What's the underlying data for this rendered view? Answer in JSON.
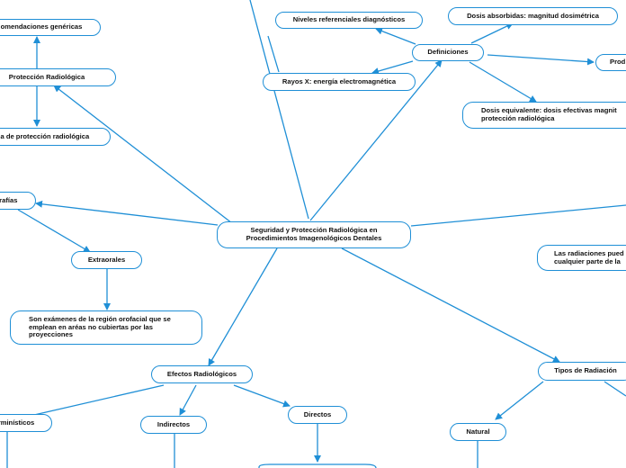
{
  "colors": {
    "line": "#1f8fd6",
    "border": "#1f8fd6",
    "text": "#111111",
    "background": "#ffffff"
  },
  "nodes": {
    "center": "Seguridad y Protección Radiológica en\nProcedimientos  Imagenológicos Dentales",
    "niveles": "Niveles referenciales diagnósticos",
    "dosis_absorbidas": "Dosis absorbidas: magnitud dosimétrica",
    "definiciones": "Definiciones",
    "prod": "Prod",
    "rayos_x": "Rayos X: energía electromagnética",
    "dosis_equivalente": "Dosis equivalente: dosis efectivas magnit\nprotección radiológica",
    "recomendaciones": "omendaciones genéricas",
    "proteccion": "Protección Radiológica",
    "programa": "ma de protección radiológica",
    "radiografias": "grafías",
    "extraorales": "Extraorales",
    "examenes": "Son exámenes  de la región orofacial que se\nemplean en aréas no cubiertas por las\nproyecciones",
    "radiaciones": "Las radiaciones pued\ncualquier parte de la",
    "efectos": "Efectos Radiológicos",
    "deterministicos": "rminísticos",
    "indirectos": "Indirectos",
    "directos": "Directos",
    "tipos": "Tipos de Radiación",
    "natural": "Natural"
  }
}
